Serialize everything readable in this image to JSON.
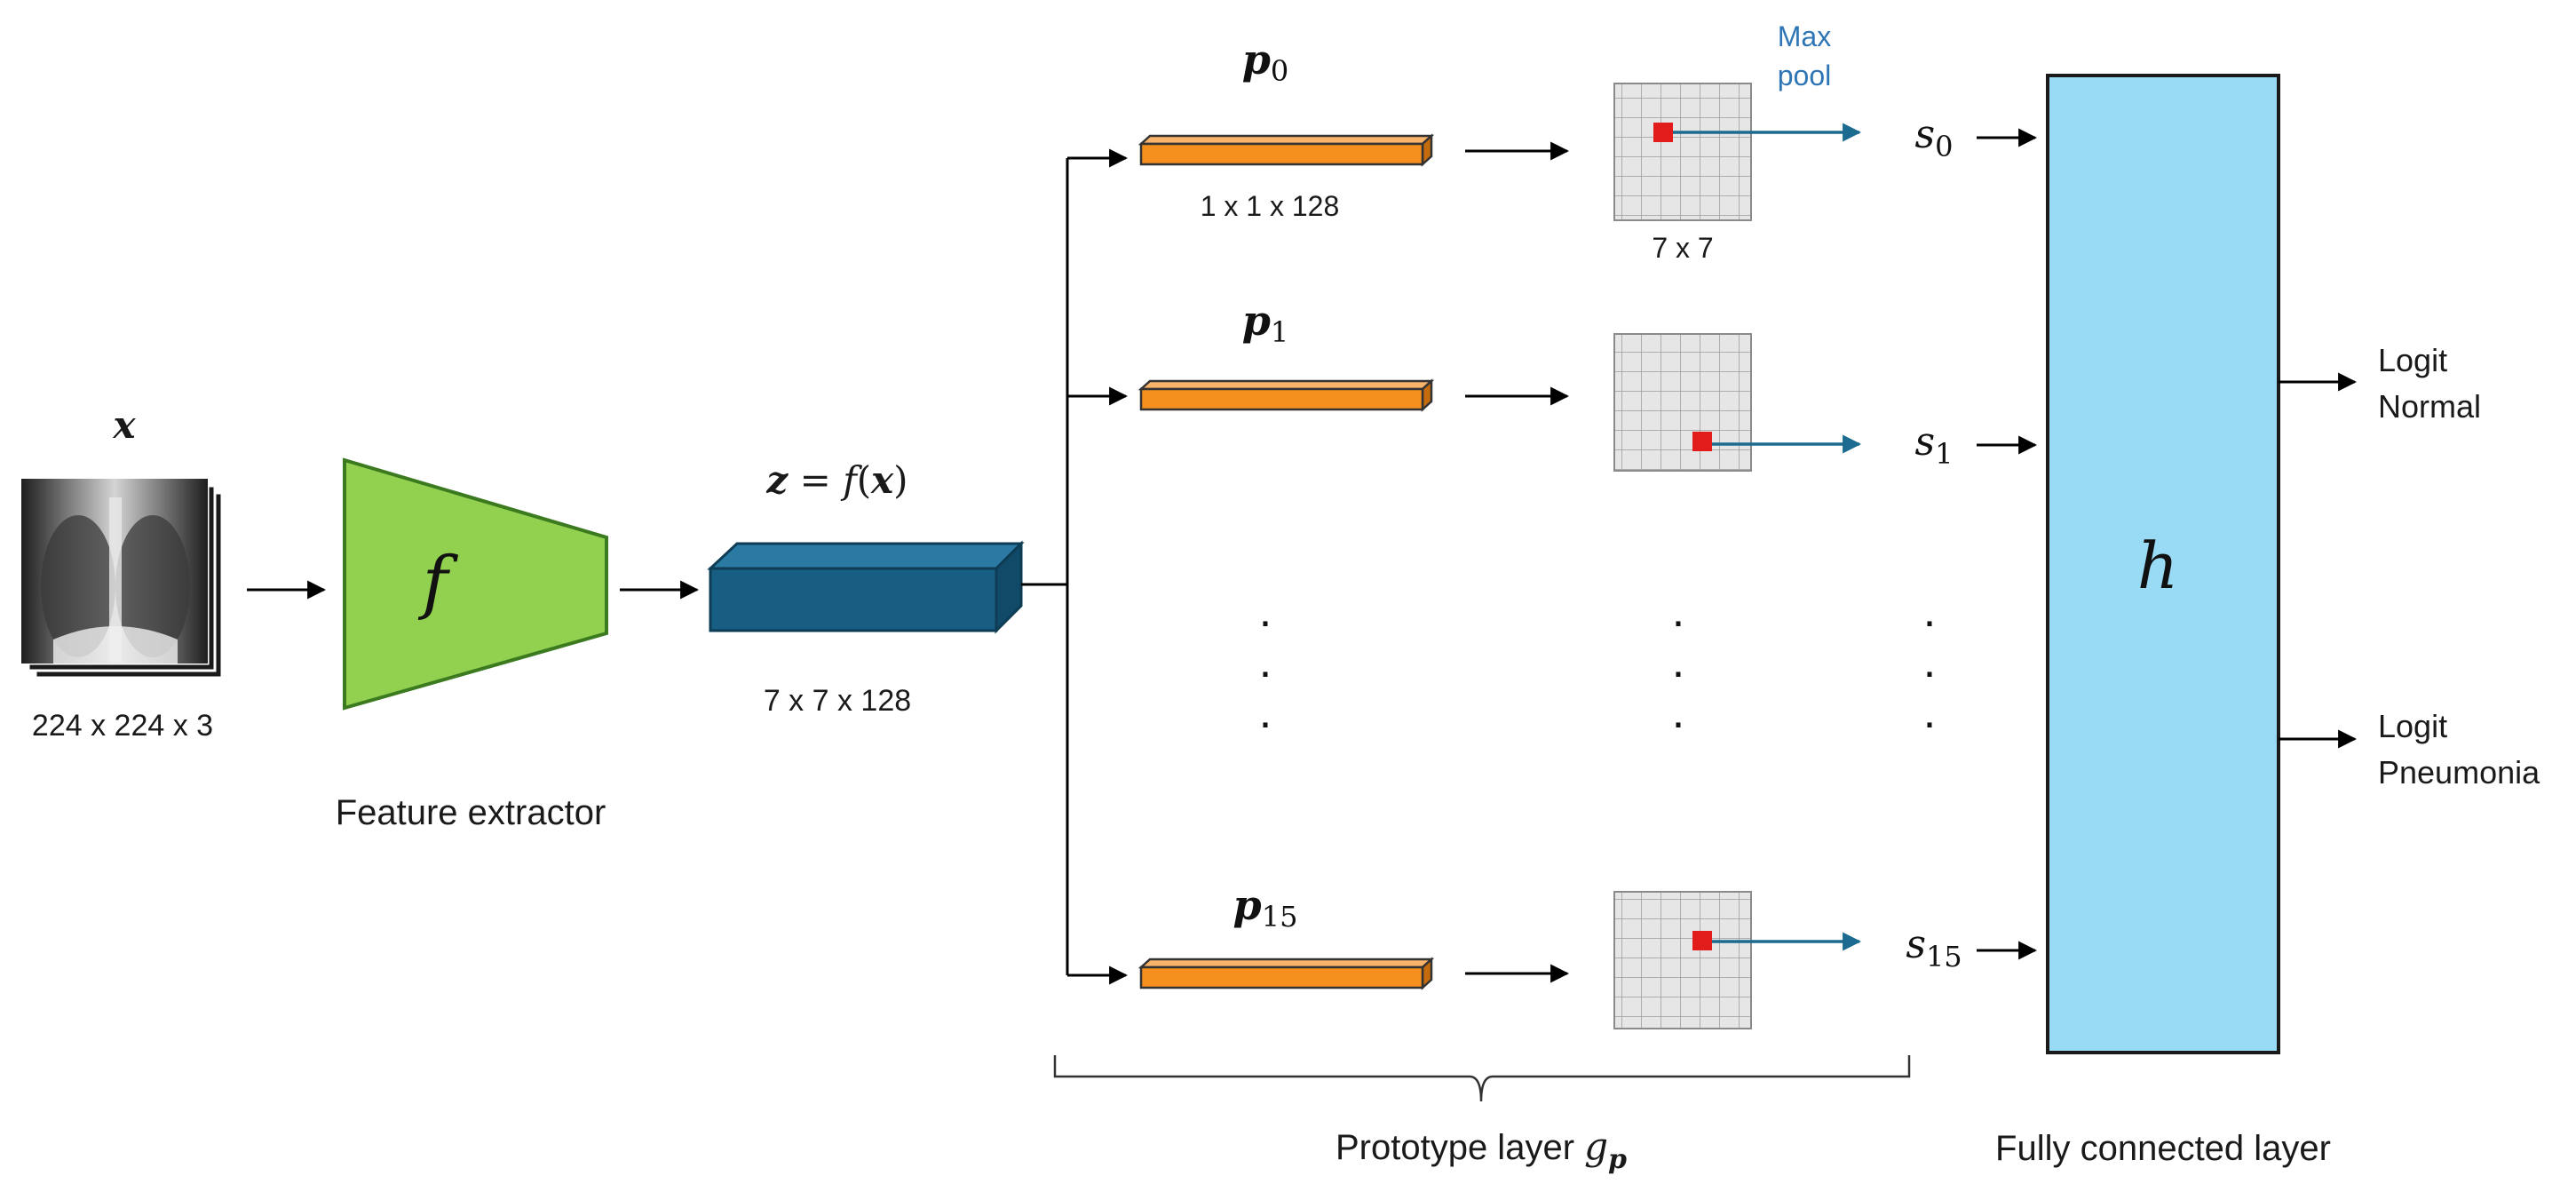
{
  "input": {
    "var": "x",
    "dims": "224 x 224 x 3"
  },
  "extractor": {
    "symbol": "f",
    "caption": "Feature extractor"
  },
  "latent": {
    "eq_left": "z",
    "eq_mid": " = ",
    "eq_f": "f",
    "eq_open": "(",
    "eq_x": "x",
    "eq_close": ")",
    "dims": "7 x 7 x 128"
  },
  "prototypes": [
    {
      "p": "p",
      "sub": "0",
      "s": "s",
      "s_sub": "0",
      "dims": "1 x 1 x 128",
      "grid": "7 x 7"
    },
    {
      "p": "p",
      "sub": "1",
      "s": "s",
      "s_sub": "1"
    },
    {
      "p": "p",
      "sub": "15",
      "s": "s",
      "s_sub": "15"
    }
  ],
  "maxpool": {
    "line1": "Max",
    "line2": "pool"
  },
  "ellipsis": ".",
  "prototype_layer": {
    "caption": "Prototype layer ",
    "g": "g",
    "g_sub": "p"
  },
  "fc": {
    "symbol": "h",
    "caption": "Fully connected layer"
  },
  "outputs": [
    {
      "line1": "Logit",
      "line2": "Normal"
    },
    {
      "line1": "Logit",
      "line2": "Pneumonia"
    }
  ],
  "colors": {
    "extractor_fill": "#92d050",
    "latent_fill": "#175e82",
    "prototype_fill": "#f5901e",
    "fc_fill": "#99dbf5",
    "maxpool_text": "#2e75b6",
    "highlight_cell": "#e21b1b",
    "grid_fill": "#e6e6e6"
  }
}
